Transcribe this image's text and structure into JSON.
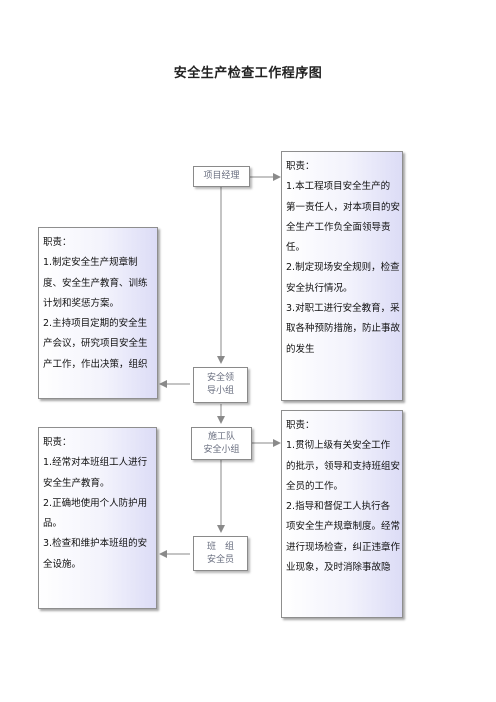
{
  "title": "安全生产检查工作程序图",
  "nodes": {
    "project_manager": "项目经理",
    "safety_group": [
      "安全领",
      "导小组"
    ],
    "construction_team": [
      "施工队",
      "安全小组"
    ],
    "squad_safety": [
      "班　组",
      "安全员"
    ]
  },
  "duties": {
    "project_manager": [
      "职责：",
      "1.本工程项目安全生产的",
      "第一责任人，对本项目的安",
      "全生产工作负全面领导责",
      "任。",
      "2.制定现场安全规则，检查",
      "安全执行情况。",
      "3.对职工进行安全教育，采",
      "取各种预防措施，防止事故",
      "的发生"
    ],
    "safety_group": [
      "职责：",
      "1.制定安全生产规章制",
      "度、安全生产教育、训练",
      "计划和奖惩方案。",
      "2.主持项目定期的安全生",
      "产会议，研究项目安全生",
      "产工作，作出决策，组织"
    ],
    "construction_team": [
      "职责：",
      "1.贯彻上级有关安全工作",
      "的批示，领导和支持班组安",
      "全员的工作。",
      "2.指导和督促工人执行各",
      "项安全生产规章制度。经常",
      "进行现场检查，纠正违章作",
      "业现象，及时消除事故隐"
    ],
    "squad_safety": [
      "职责：",
      "1.经常对本班组工人进行",
      "安全生产教育。",
      "2.正确地使用个人防护用",
      "品。",
      "3.检查和维护本班组的安",
      "全设施。"
    ]
  }
}
